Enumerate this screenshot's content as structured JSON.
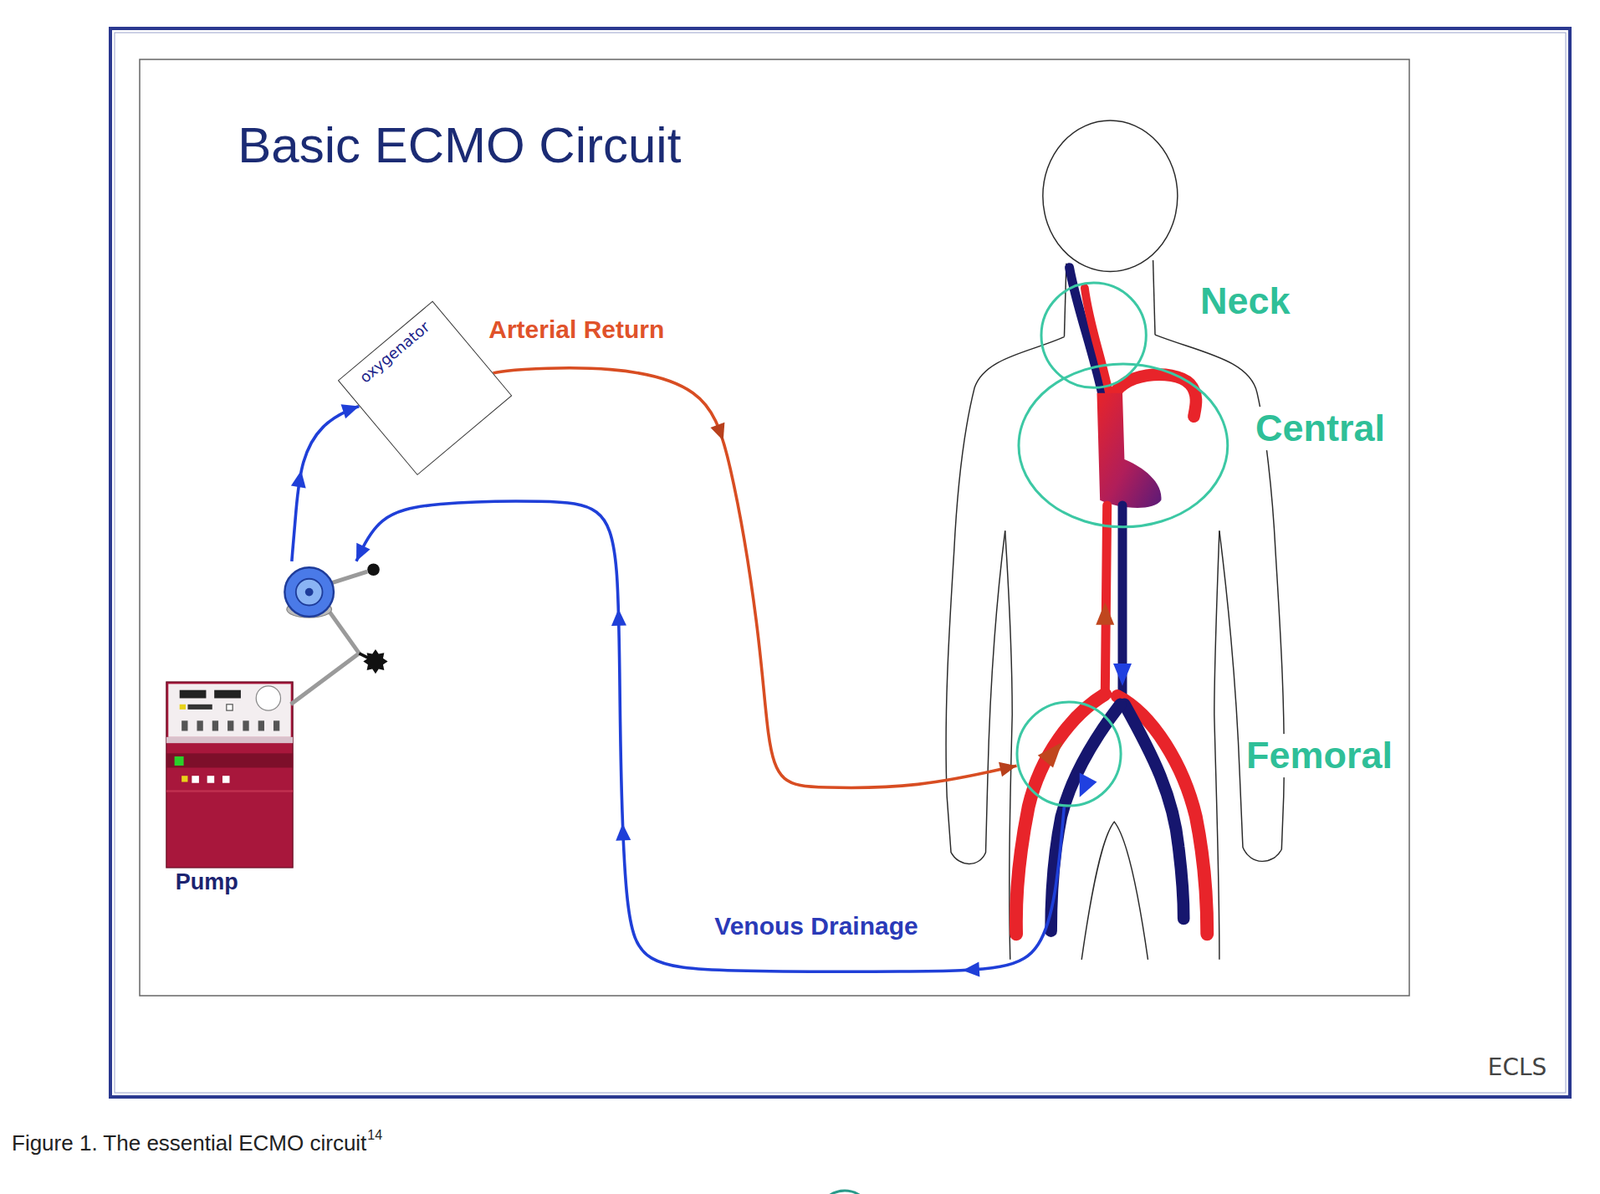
{
  "diagram": {
    "title": "Basic ECMO Circuit",
    "caption": "Figure 1. The essential ECMO circuit",
    "nodes": [
      {
        "text": [
          "oxygenator"
        ]
      },
      {
        "text": [
          "Pump"
        ]
      },
      {
        "text": [
          "Neck"
        ]
      },
      {
        "text": [
          "Central"
        ]
      },
      {
        "text": [
          "Femoral"
        ]
      }
    ],
    "edges": [
      {
        "from": 1,
        "to": 0,
        "arrow": "to"
      },
      {
        "from": 0,
        "to": 4,
        "label": "Arterial Return",
        "arrow": "to"
      },
      {
        "from": 4,
        "to": 1,
        "label": "Venous Drainage",
        "arrow": "to"
      }
    ],
    "labels": [
      "14",
      "ECLS"
    ]
  }
}
